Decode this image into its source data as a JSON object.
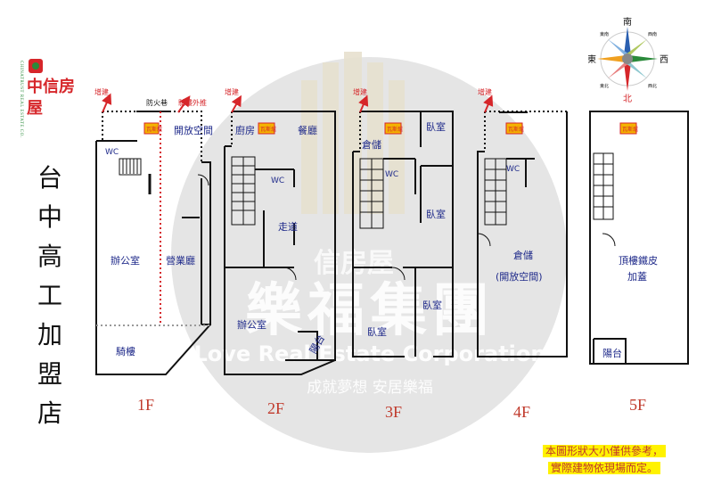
{
  "brand": {
    "company_en": "CHINATRUST REAL ESTATE CO.",
    "company_zh": "中信房屋",
    "branch": "台中高工加盟店"
  },
  "watermark": {
    "name_zh": "樂福集團",
    "name_en": "Love Real Estate Corporation",
    "slogan": "成就夢想 安居樂福",
    "overlay_zh": "信房屋"
  },
  "compass": {
    "north": "北",
    "south": "南",
    "east": "東",
    "west": "西",
    "northeast": "東北",
    "northwest": "西北",
    "southeast": "東南",
    "southwest": "西南"
  },
  "floors": [
    {
      "label": "1F",
      "rooms": {
        "stair_ext": "增建",
        "fire_lane": "防火巷",
        "arcade_ext": "騎樓外推",
        "stove": "瓦斯爐",
        "open_space": "開放空間",
        "wc": "WC",
        "office": "辦公室",
        "business_hall": "營業廳",
        "arcade": "騎樓"
      }
    },
    {
      "label": "2F",
      "rooms": {
        "stair_ext": "增建",
        "kitchen": "廚房",
        "stove": "瓦斯爐",
        "dining": "餐廳",
        "wc": "WC",
        "corridor": "走道",
        "office": "辦公室",
        "balcony": "陽台"
      }
    },
    {
      "label": "3F",
      "rooms": {
        "stair_ext": "增建",
        "storage": "倉儲",
        "stove": "瓦斯爐",
        "bedroom1": "臥室",
        "wc": "WC",
        "bedroom2": "臥室",
        "bedroom3": "臥室",
        "bedroom4": "臥室"
      }
    },
    {
      "label": "4F",
      "rooms": {
        "stair_ext": "增建",
        "stove": "瓦斯爐",
        "wc": "WC",
        "storage": "倉儲",
        "storage_note": "(開放空間)"
      }
    },
    {
      "label": "5F",
      "rooms": {
        "stove": "瓦斯爐",
        "roof_ext": "頂樓鐵皮",
        "roof_ext_2": "加蓋",
        "balcony": "陽台"
      }
    }
  ],
  "disclaimer": {
    "line1": "本圖形狀大小僅供參考，",
    "line2": "實際建物依現場而定。"
  },
  "colors": {
    "wall": "#111111",
    "room_label": "#1f2a8a",
    "annotation": "#d6262a",
    "stove_fill": "#f4b400",
    "highlight": "#fff200"
  }
}
